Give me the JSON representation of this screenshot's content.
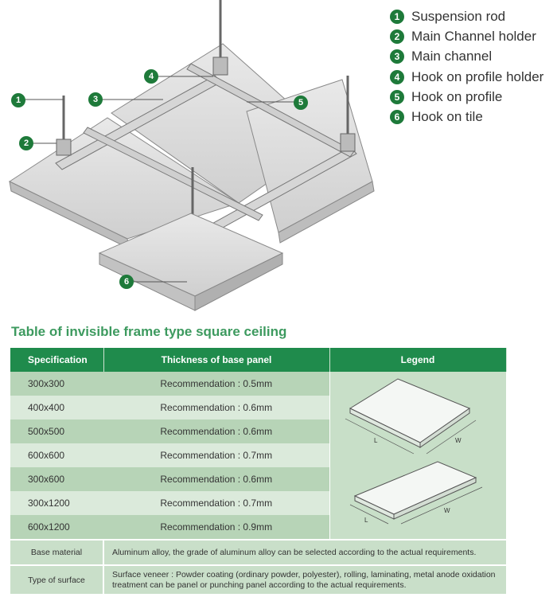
{
  "legend_items": [
    {
      "num": "1",
      "label": "Suspension rod"
    },
    {
      "num": "2",
      "label": "Main Channel holder"
    },
    {
      "num": "3",
      "label": "Main channel"
    },
    {
      "num": "4",
      "label": "Hook on profile holder"
    },
    {
      "num": "5",
      "label": "Hook on  profile"
    },
    {
      "num": "6",
      "label": "Hook on tile"
    }
  ],
  "table_title": "Table of invisible frame type square ceiling",
  "table": {
    "headers": {
      "spec": "Specification",
      "thickness": "Thickness of base panel",
      "legend": "Legend"
    },
    "rows": [
      {
        "spec": "300x300",
        "thickness": "Recommendation : 0.5mm"
      },
      {
        "spec": "400x400",
        "thickness": "Recommendation : 0.6mm"
      },
      {
        "spec": "500x500",
        "thickness": "Recommendation : 0.6mm"
      },
      {
        "spec": "600x600",
        "thickness": "Recommendation : 0.7mm"
      },
      {
        "spec": "300x600",
        "thickness": "Recommendation : 0.6mm"
      },
      {
        "spec": "300x1200",
        "thickness": "Recommendation : 0.7mm"
      },
      {
        "spec": "600x1200",
        "thickness": "Recommendation : 0.9mm"
      }
    ],
    "base_material": {
      "label": "Base material",
      "value": "Aluminum alloy, the grade of aluminum alloy can be selected according to the actual requirements."
    },
    "surface": {
      "label": "Type of surface",
      "value": "Surface veneer : Powder coating (ordinary powder, polyester), rolling, laminating, metal anode oxidation treatment can be panel or punching panel according to the actual requirements."
    },
    "legend_dims": {
      "length": "L",
      "width": "W"
    }
  },
  "colors": {
    "badge": "#1e7a3a",
    "header": "#1f8b4c",
    "title": "#3d9a5f",
    "row_dark": "#b7d4b7",
    "row_light": "#dbeadb"
  }
}
